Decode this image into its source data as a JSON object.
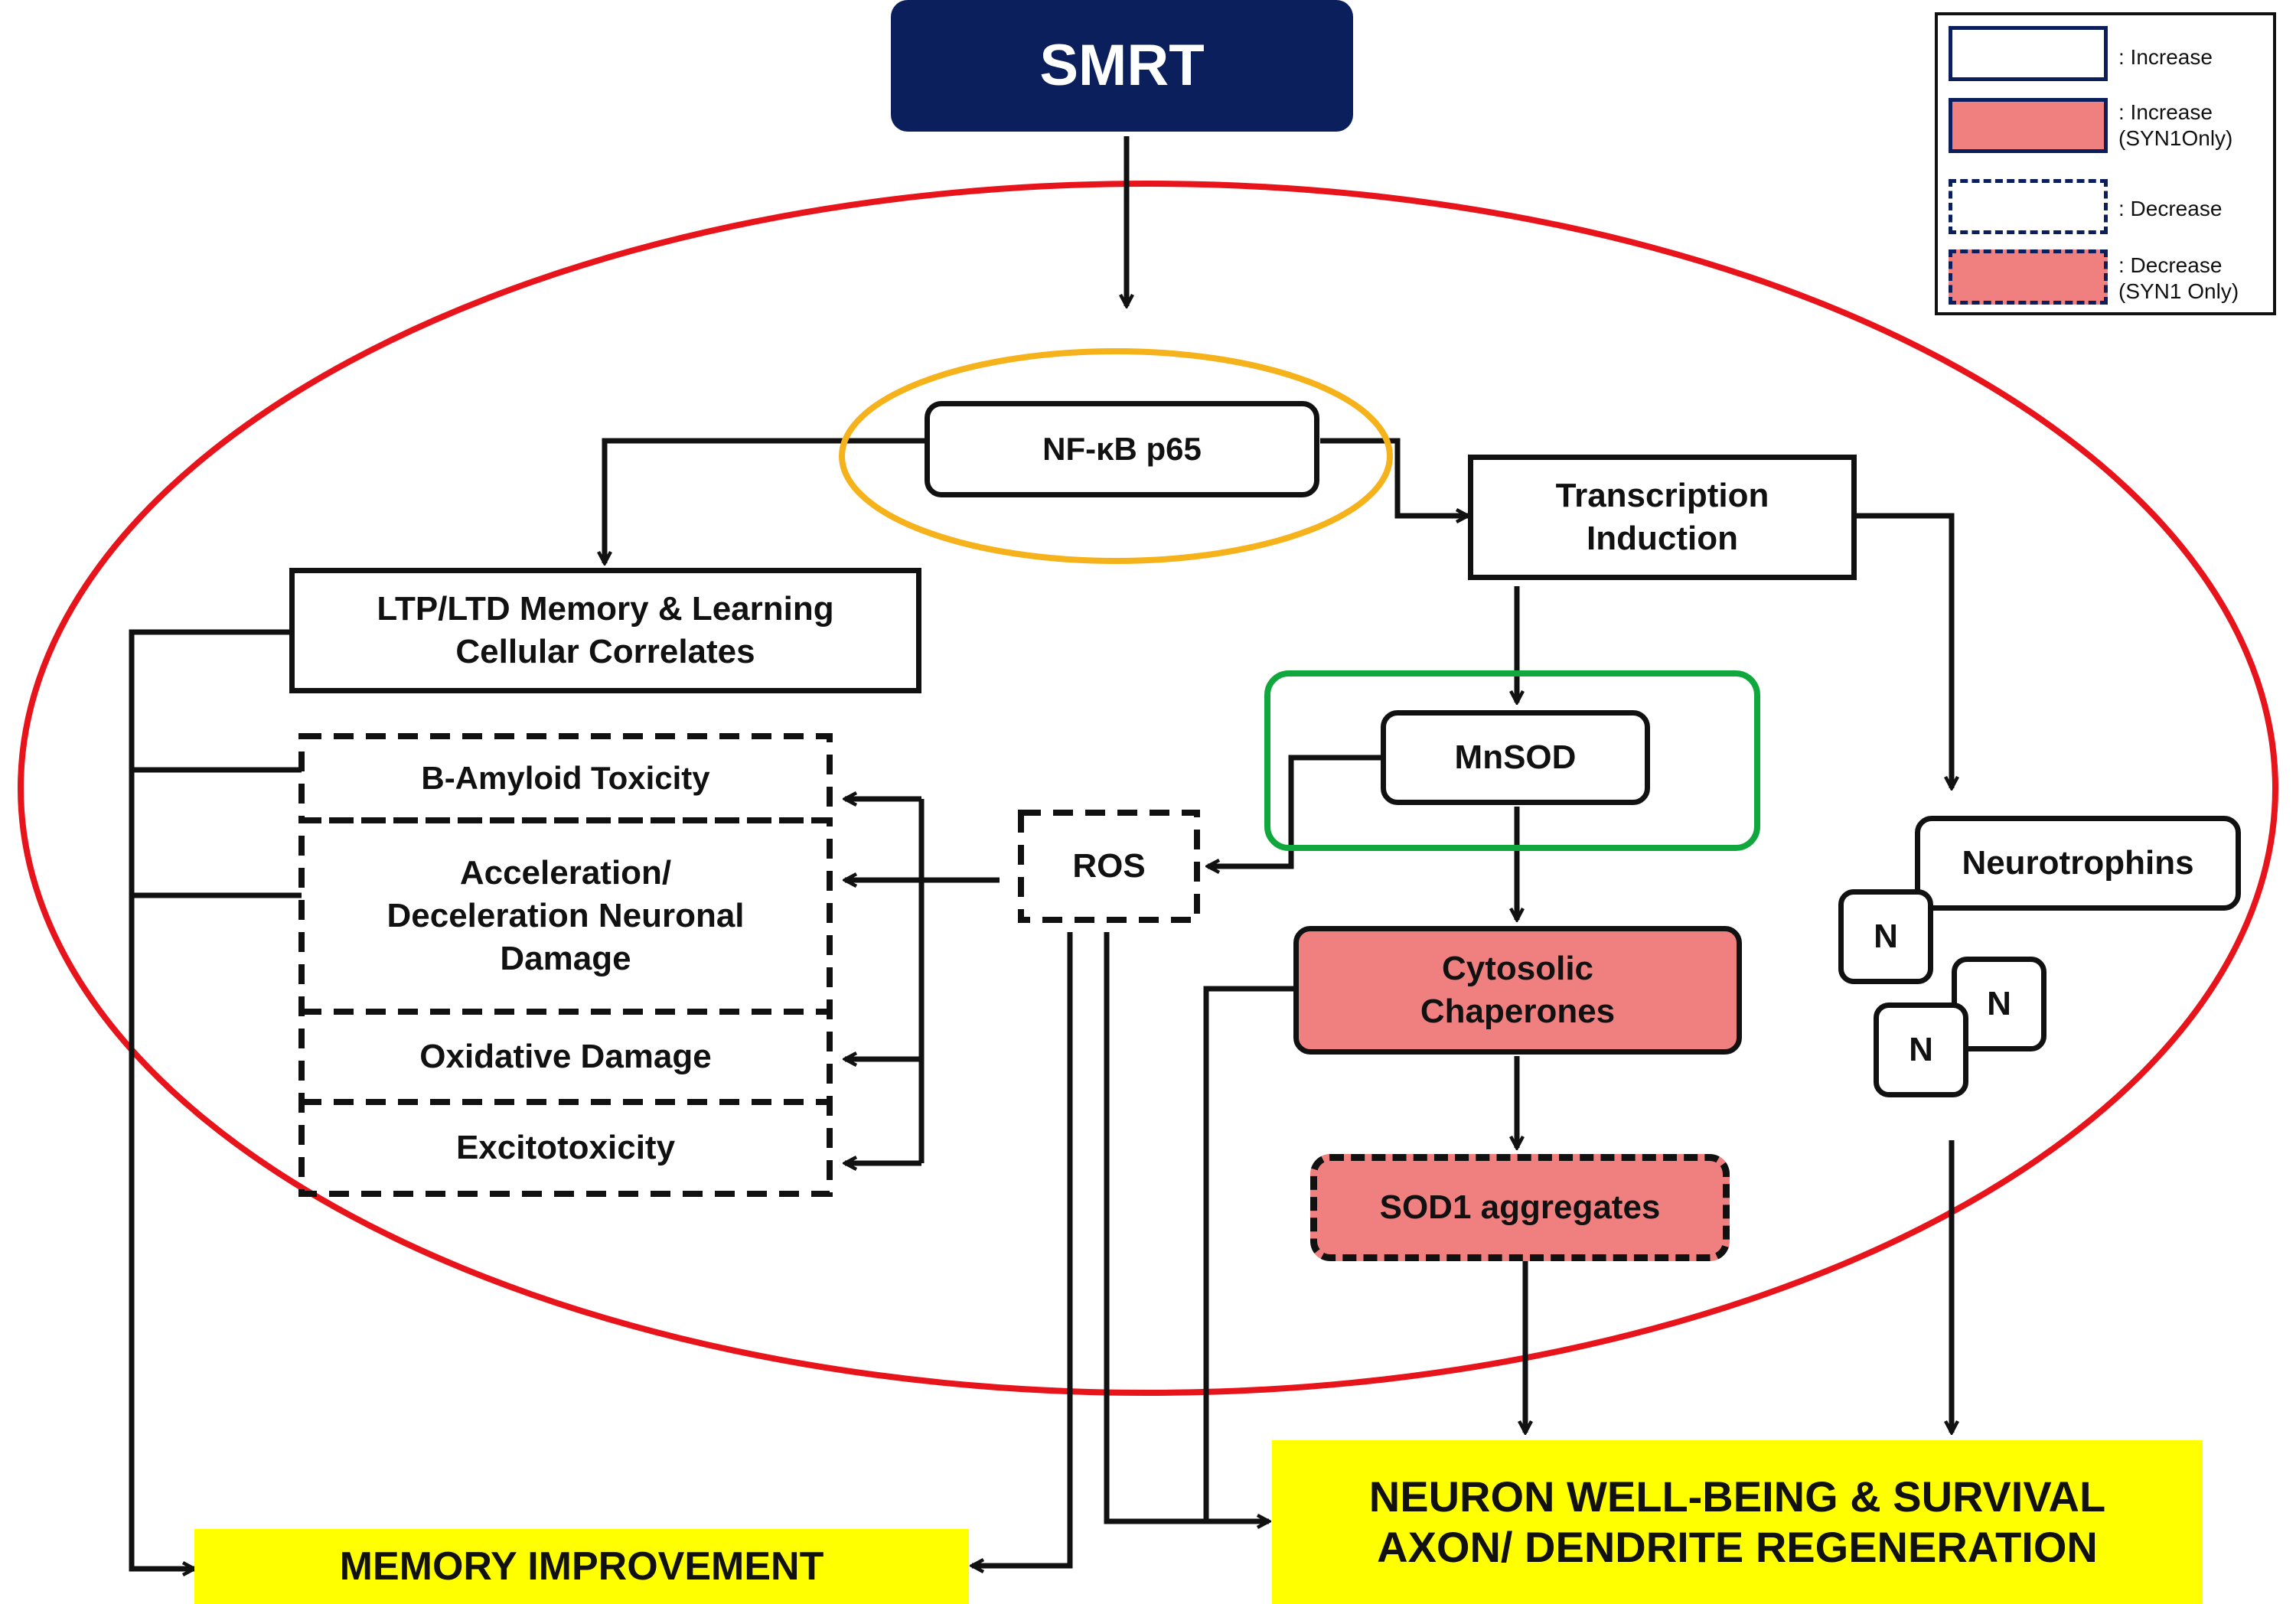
{
  "colors": {
    "smrt_fill": "#0b1f5c",
    "ellipse_outline": "#e8141c",
    "nfkb_ring": "#f5b21a",
    "mnsod_frame": "#10a83c",
    "pink_fill": "#f08080",
    "highlight_yellow": "#ffff00",
    "legend_outline": "#0b1f5c"
  },
  "nodes": {
    "smrt": "SMRT",
    "nfkb": "NF-κB p65",
    "transcription": "Transcription\nInduction",
    "ltp": "LTP/LTD Memory & Learning\nCellular Correlates",
    "amyloid": "B-Amyloid Toxicity",
    "acceleration": "Acceleration/\nDeceleration Neuronal\nDamage",
    "oxidative": "Oxidative Damage",
    "excitotoxicity": "Excitotoxicity",
    "ros": "ROS",
    "mnsod": "MnSOD",
    "cytosolic": "Cytosolic\nChaperones",
    "sod1": "SOD1 aggregates",
    "neurotrophins": "Neurotrophins",
    "n_markers": [
      "N",
      "N",
      "N"
    ],
    "memory": "MEMORY IMPROVEMENT",
    "neuron": "NEURON WELL-BEING & SURVIVAL\nAXON/ DENDRITE REGENERATION"
  },
  "legend": [
    {
      "text": ":  Increase",
      "style": "solid-white"
    },
    {
      "text": ":  Increase\n(SYN1Only)",
      "style": "solid-pink"
    },
    {
      "text": ":  Decrease",
      "style": "dashed-white"
    },
    {
      "text": ":  Decrease\n(SYN1 Only)",
      "style": "dashed-pink"
    }
  ]
}
